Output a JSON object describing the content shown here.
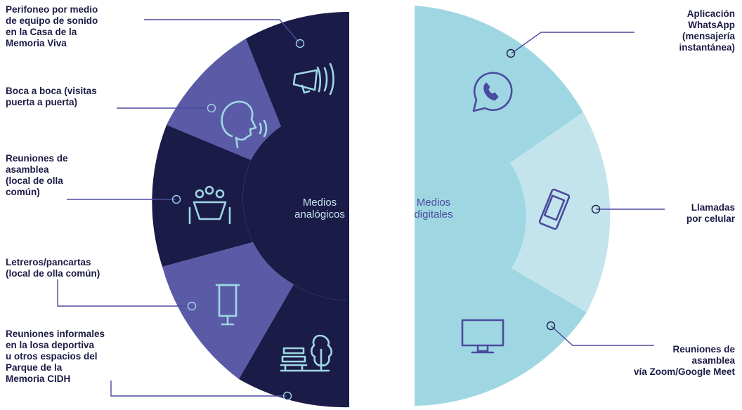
{
  "colors": {
    "navy": "#1b1b48",
    "purple": "#5b5aa6",
    "teal": "#9ed7e2",
    "light_teal": "#c3e4ec",
    "icon_light": "#9ed7e2",
    "icon_dark": "#4b4a9e",
    "text": "#1b1b45"
  },
  "left_half": {
    "center_label": "Medios\nanalógicos",
    "items": [
      {
        "label": "Perifoneo por medio\nde equipo de sonido\nen la Casa de la\nMemoria Viva",
        "icon": "megaphone-icon"
      },
      {
        "label": "Boca a boca (visitas\npuerta a puerta)",
        "icon": "speaking-head-icon"
      },
      {
        "label": "Reuniones de\nasamblea\n(local de olla\ncomún)",
        "icon": "meeting-table-icon"
      },
      {
        "label": "Letreros/pancartas\n(local de olla común)",
        "icon": "banner-stand-icon"
      },
      {
        "label": "Reuniones informales\nen la losa deportiva\nu otros espacios del\nParque de la\nMemoria CIDH",
        "icon": "park-bench-tree-icon"
      }
    ]
  },
  "right_half": {
    "center_label": "Medios\ndigitales",
    "items": [
      {
        "label": "Aplicación\nWhatsApp\n(mensajería\ninstantánea)",
        "icon": "whatsapp-icon"
      },
      {
        "label": "Llamadas\npor celular",
        "icon": "mobile-phone-icon"
      },
      {
        "label": "Reuniones de\nasamblea\nvía Zoom/Google Meet",
        "icon": "monitor-icon"
      }
    ]
  }
}
